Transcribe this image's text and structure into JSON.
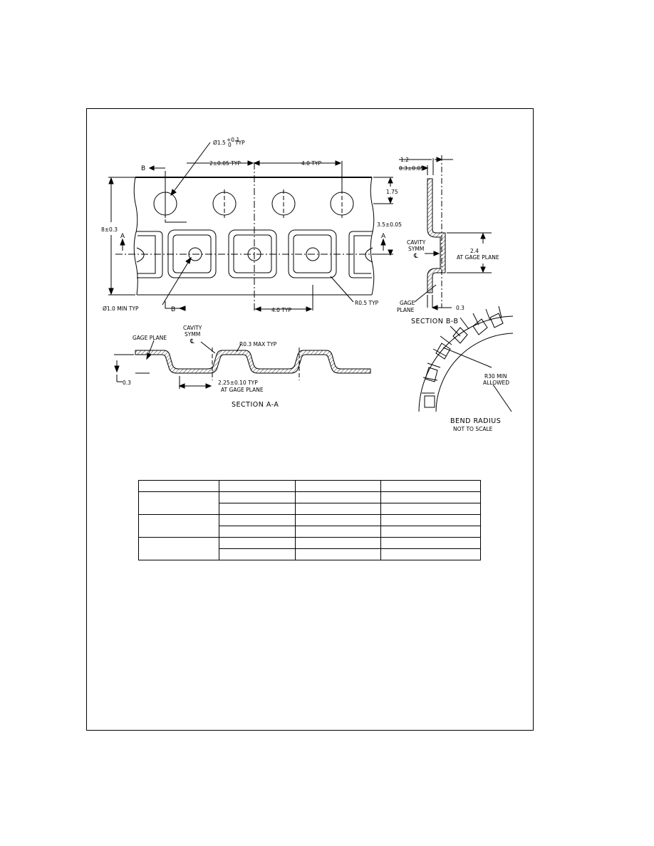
{
  "labels": {
    "sprocket_hole": "Ø1.5",
    "sprocket_tol_upper": "+0.1",
    "sprocket_tol_lower": "0",
    "sprocket_typ": "TYP",
    "hole_to_pocket": "2±0.05 TYP",
    "hole_pitch": "4.0 TYP",
    "hole_edge": "1.75",
    "pocket_offset": "3.5±0.05",
    "tape_width": "8±0.3",
    "cut_a": "A",
    "cut_b": "B",
    "pocket_hole": "Ø1.0 MIN TYP",
    "pocket_pitch": "4.0 TYP",
    "corner_radius": "R0.5 TYP",
    "bb_dim1": "1.2",
    "bb_dim2": "0.3±0.05",
    "bb_depth": "2.4",
    "bb_depth_note": "AT GAGE PLANE",
    "cavity_line1": "CAVITY",
    "cavity_line2": "SYMM",
    "cavity_line3": "℄",
    "gage_plane1": "GAGE",
    "gage_plane2": "PLANE",
    "bb_thickness": "0.3",
    "section_bb": "SECTION B-B",
    "gage_plane": "GAGE PLANE",
    "radius_max": "R0.3 MAX TYP",
    "aa_thickness": "0.3",
    "pocket_width": "2.25±0.10 TYP",
    "pocket_width_note": "AT GAGE PLANE",
    "section_aa": "SECTION A-A",
    "bend_min": "R30 MIN",
    "bend_allowed": "ALLOWED",
    "bend_title": "BEND RADIUS",
    "bend_note": "NOT TO SCALE"
  },
  "table": {
    "rows": [
      [
        "",
        "",
        "",
        ""
      ],
      [
        "",
        "",
        "",
        ""
      ],
      [
        "",
        "",
        "",
        ""
      ],
      [
        "",
        "",
        "",
        ""
      ],
      [
        "",
        "",
        "",
        ""
      ],
      [
        "",
        "",
        "",
        ""
      ],
      [
        "",
        "",
        "",
        ""
      ]
    ]
  }
}
